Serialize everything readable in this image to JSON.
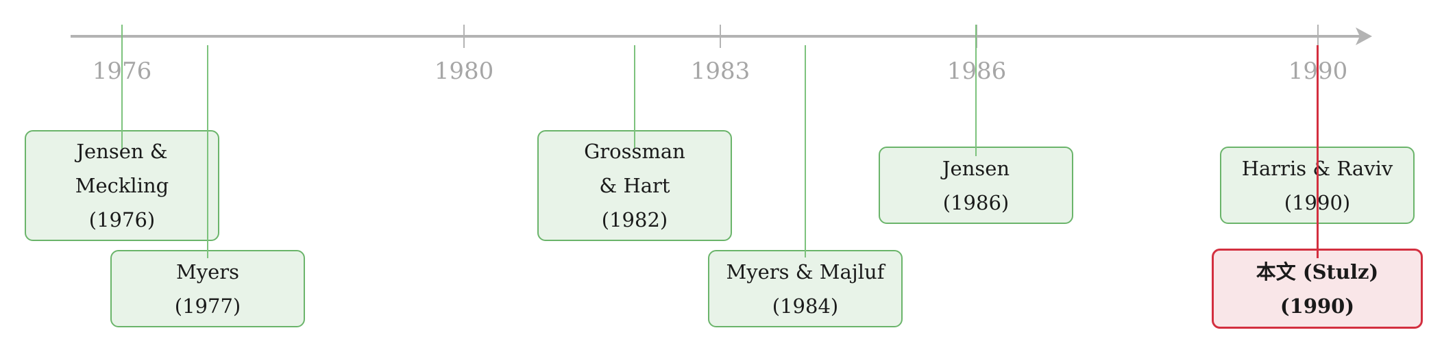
{
  "axis": {
    "color": "#b3b3b3",
    "years": [
      "1976",
      "1980",
      "1983",
      "1986",
      "1990"
    ]
  },
  "colors": {
    "green_fill": "#e8f3e8",
    "green_border": "#6ab46a",
    "red_fill": "#f9e6e8",
    "red_border": "#d32f3f",
    "year_label": "#a6a6a6"
  },
  "events": [
    {
      "id": "jensen-meckling",
      "lines": [
        "Jensen &",
        "Meckling",
        "(1976)"
      ],
      "style": "green"
    },
    {
      "id": "myers",
      "lines": [
        "Myers",
        "(1977)"
      ],
      "style": "green"
    },
    {
      "id": "grossman-hart",
      "lines": [
        "Grossman",
        "& Hart",
        "(1982)"
      ],
      "style": "green"
    },
    {
      "id": "myers-majluf",
      "lines": [
        "Myers & Majluf",
        "(1984)"
      ],
      "style": "green"
    },
    {
      "id": "jensen",
      "lines": [
        "Jensen",
        "(1986)"
      ],
      "style": "green"
    },
    {
      "id": "harris-raviv",
      "lines": [
        "Harris & Raviv",
        "(1990)"
      ],
      "style": "green"
    },
    {
      "id": "this-paper-stulz",
      "lines": [
        "本文 (Stulz)",
        "(1990)"
      ],
      "style": "red"
    }
  ]
}
